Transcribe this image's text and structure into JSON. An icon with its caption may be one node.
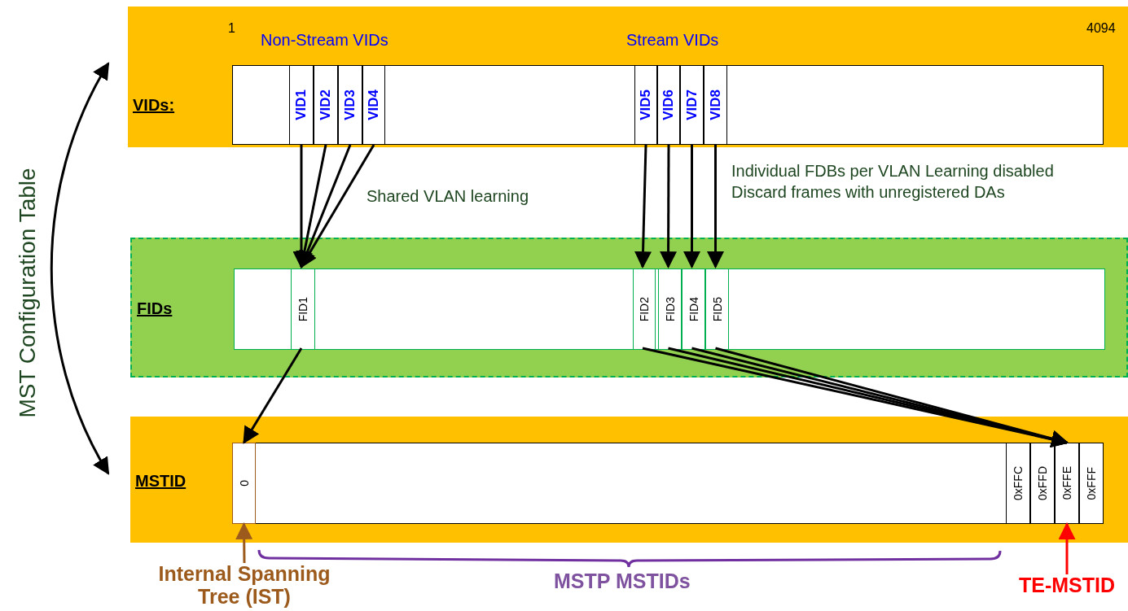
{
  "diagram": {
    "nodes": [
      {
        "text": [
          "VIDs:"
        ]
      },
      {
        "text": [
          "VID1"
        ],
        "in": 0
      },
      {
        "text": [
          "VID2"
        ],
        "in": 0
      },
      {
        "text": [
          "VID3"
        ],
        "in": 0
      },
      {
        "text": [
          "VID4"
        ],
        "in": 0
      },
      {
        "text": [
          "VID5"
        ],
        "in": 0
      },
      {
        "text": [
          "VID6"
        ],
        "in": 0
      },
      {
        "text": [
          "VID7"
        ],
        "in": 0
      },
      {
        "text": [
          "VID8"
        ],
        "in": 0
      },
      {
        "text": [
          "FIDs"
        ]
      },
      {
        "text": [
          "FID1"
        ],
        "in": 9
      },
      {
        "text": [
          "FID2"
        ],
        "in": 9
      },
      {
        "text": [
          "FID3"
        ],
        "in": 9
      },
      {
        "text": [
          "FID4"
        ],
        "in": 9
      },
      {
        "text": [
          "FID5"
        ],
        "in": 9
      },
      {
        "text": [
          "MSTID"
        ]
      },
      {
        "text": [
          "0"
        ],
        "in": 15
      },
      {
        "text": [
          "0xFFC"
        ],
        "in": 15
      },
      {
        "text": [
          "0xFFD"
        ],
        "in": 15
      },
      {
        "text": [
          "0xFFE"
        ],
        "in": 15
      },
      {
        "text": [
          "0xFFF"
        ],
        "in": 15
      },
      {
        "text": [
          "Internal Spanning Tree (IST)"
        ]
      },
      {
        "text": [
          "TE-MSTID"
        ]
      }
    ],
    "edges": [
      {
        "from": 1,
        "to": 10,
        "arrow": "to"
      },
      {
        "from": 2,
        "to": 10,
        "arrow": "to"
      },
      {
        "from": 3,
        "to": 10,
        "arrow": "to"
      },
      {
        "from": 4,
        "to": 10,
        "arrow": "to"
      },
      {
        "from": 5,
        "to": 11,
        "arrow": "to"
      },
      {
        "from": 6,
        "to": 12,
        "arrow": "to"
      },
      {
        "from": 7,
        "to": 13,
        "arrow": "to"
      },
      {
        "from": 8,
        "to": 14,
        "arrow": "to"
      },
      {
        "from": 10,
        "to": 16,
        "arrow": "to"
      },
      {
        "from": 11,
        "to": 19,
        "arrow": "to"
      },
      {
        "from": 12,
        "to": 19,
        "arrow": "to"
      },
      {
        "from": 13,
        "to": 19,
        "arrow": "to"
      },
      {
        "from": 14,
        "to": 19,
        "arrow": "to"
      },
      {
        "from": 21,
        "to": 16,
        "arrow": "to",
        "color": "#9c5a1c"
      },
      {
        "from": 22,
        "to": 19,
        "arrow": "to",
        "color": "#ff0000"
      },
      {
        "from": 0,
        "to": 15,
        "arrow": "both"
      }
    ],
    "labels": [
      "1",
      "Non-Stream VIDs",
      "Stream VIDs",
      "4094",
      "Shared VLAN learning",
      "Individual FDBs per VLAN Learning disabled Discard frames with unregistered DAs",
      "MST Configuration Table",
      "MSTP MSTIDs"
    ]
  }
}
